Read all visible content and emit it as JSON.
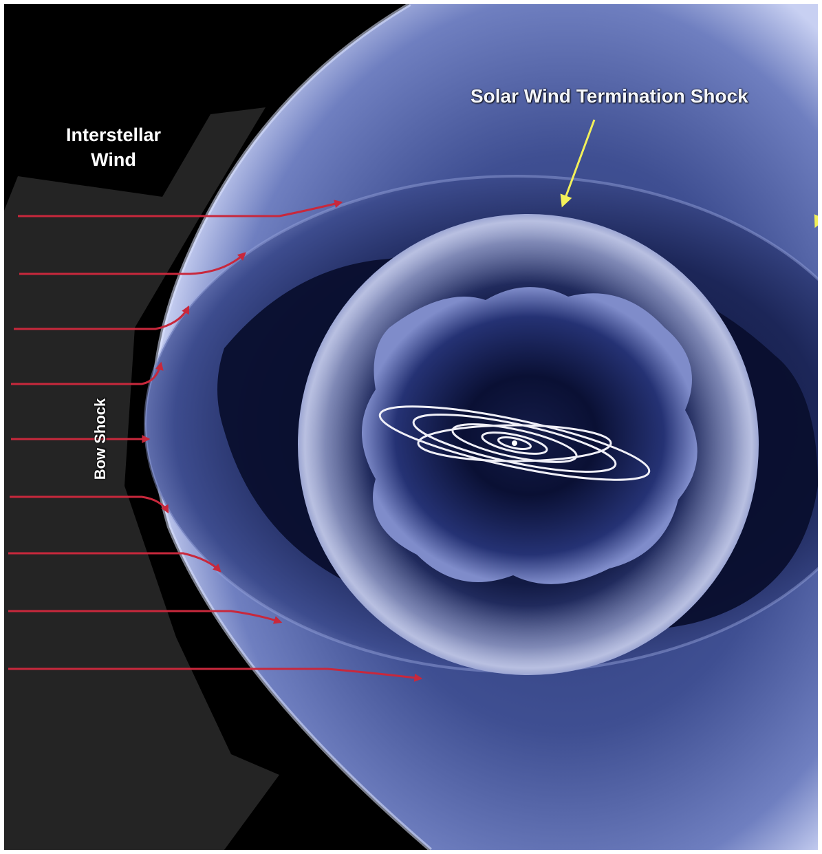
{
  "labels": {
    "interstellar_line1": "Interstellar",
    "interstellar_line2": "Wind",
    "termination_shock": "Solar Wind Termination Shock",
    "bow_shock": "Bow Shock"
  },
  "colors": {
    "background": "#000000",
    "heliosheath_blue": "#4a5a9c",
    "deep_blue": "#141d45",
    "shock_highlight": "#e8ecff",
    "wind_arrow": "#c8283c",
    "pointer_arrow": "#f2f05a",
    "orbit_lines": "#f0f0f8"
  },
  "icons": {
    "wind_arrows": "red-arrow-icon",
    "pointer": "yellow-arrow-icon",
    "solar_system": "planetary-orbits-icon"
  }
}
